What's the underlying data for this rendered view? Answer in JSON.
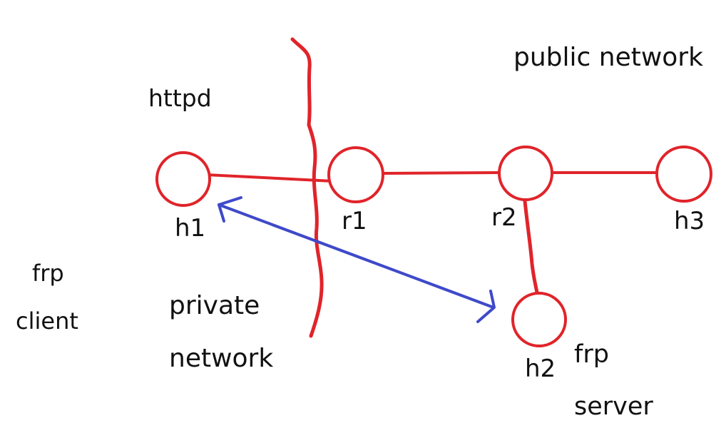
{
  "labels": {
    "httpd": "httpd",
    "public_network": "public network",
    "h1": "h1",
    "r1": "r1",
    "r2": "r2",
    "h3": "h3",
    "h2": "h2",
    "frp_client_line1": "frp",
    "frp_client_line2": "client",
    "private_network_line1": "private",
    "private_network_line2": "network",
    "frp_server_line1": "frp",
    "frp_server_line2": "server"
  },
  "colors": {
    "node_stroke": "#e0242a",
    "link_stroke": "#e0242a",
    "boundary_stroke": "#e0242a",
    "tunnel_stroke": "#3f49c9",
    "text": "#111111"
  }
}
